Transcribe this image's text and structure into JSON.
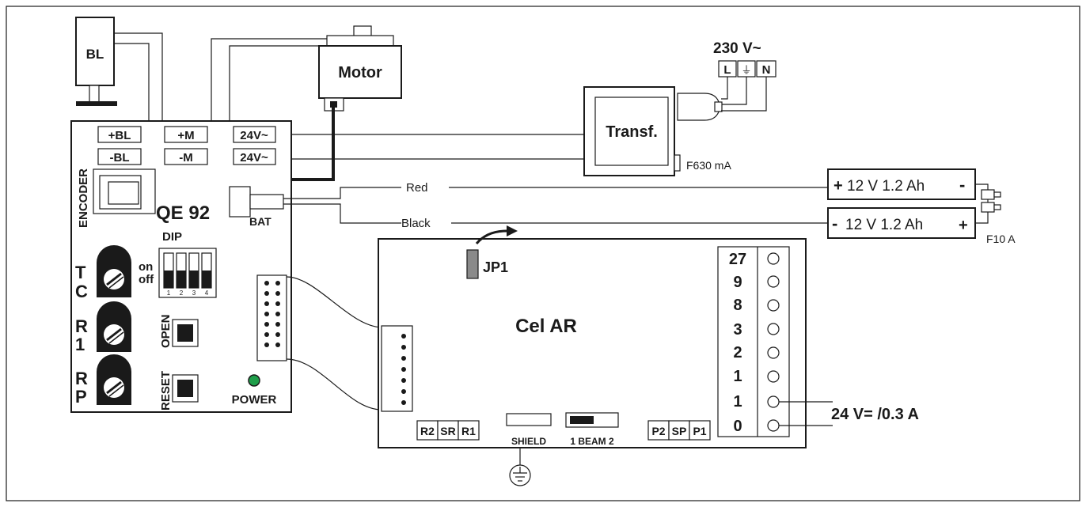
{
  "labels": {
    "bl": "BL",
    "motor": "Motor",
    "transformer": "Transf.",
    "voltage_in": "230 V~",
    "term_l": "L",
    "term_earth": "⏚",
    "term_n": "N",
    "fuse_main": "F630 mA",
    "fuse_battery": "F10 A",
    "wire_red": "Red",
    "wire_black": "Black",
    "battery_top": "12 V 1.2 Ah",
    "battery_bottom": "12 V 1.2 Ah",
    "plus": "+",
    "minus": "-",
    "controller": "QE 92",
    "bat": "BAT",
    "encoder": "ENCODER",
    "dip": "DIP",
    "dip_on": "on",
    "dip_off": "off",
    "dip_nums": [
      "1",
      "2",
      "3",
      "4"
    ],
    "term_plus_bl": "+BL",
    "term_minus_bl": "-BL",
    "term_plus_m": "+M",
    "term_minus_m": "-M",
    "term_24v_1": "24V~",
    "term_24v_2": "24V~",
    "trim_tc": [
      "T",
      "C"
    ],
    "trim_r1": [
      "R",
      "1"
    ],
    "trim_rp": [
      "R",
      "P"
    ],
    "open": "OPEN",
    "reset": "RESET",
    "power": "POWER",
    "module": "Cel AR",
    "jp1": "JP1",
    "module_terminals": [
      "27",
      "9",
      "8",
      "3",
      "2",
      "1",
      "1",
      "0"
    ],
    "bottom_r2": "R2",
    "bottom_sr": "SR",
    "bottom_r1": "R1",
    "shield": "SHIELD",
    "beam": "1  BEAM  2",
    "bottom_p2": "P2",
    "bottom_sp": "SP",
    "bottom_p1": "P1",
    "output": "24 V= /0.3 A"
  },
  "colors": {
    "ink": "#1a1a1a",
    "led": "#1f9e4a",
    "jumper": "#8a8a8a"
  }
}
